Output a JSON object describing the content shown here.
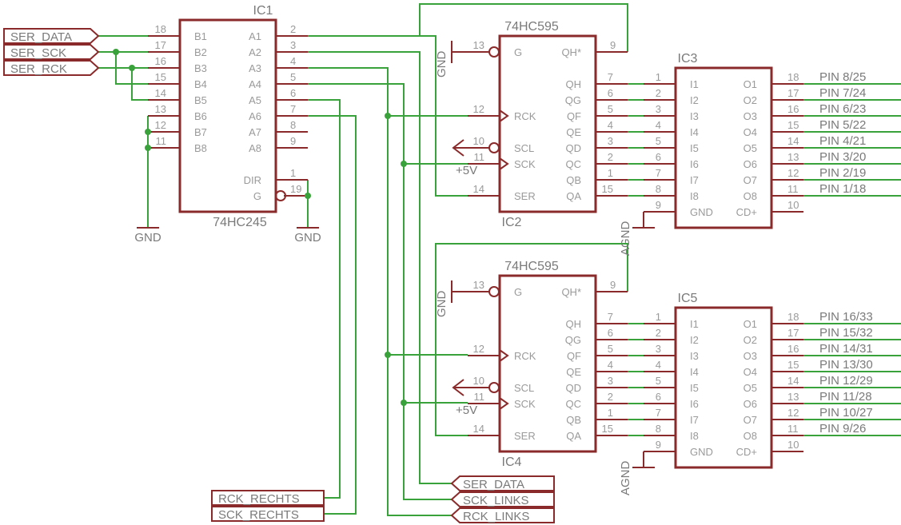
{
  "ic1": {
    "ref": "IC1",
    "value": "74HC245",
    "left_pins": [
      {
        "num": "18",
        "name": "B1"
      },
      {
        "num": "17",
        "name": "B2"
      },
      {
        "num": "16",
        "name": "B3"
      },
      {
        "num": "15",
        "name": "B4"
      },
      {
        "num": "14",
        "name": "B5"
      },
      {
        "num": "13",
        "name": "B6"
      },
      {
        "num": "12",
        "name": "B7"
      },
      {
        "num": "11",
        "name": "B8"
      }
    ],
    "right_pins": [
      {
        "num": "2",
        "name": "A1"
      },
      {
        "num": "3",
        "name": "A2"
      },
      {
        "num": "4",
        "name": "A3"
      },
      {
        "num": "5",
        "name": "A4"
      },
      {
        "num": "6",
        "name": "A5"
      },
      {
        "num": "7",
        "name": "A6"
      },
      {
        "num": "8",
        "name": "A7"
      },
      {
        "num": "9",
        "name": "A8"
      }
    ],
    "dir": {
      "num": "1",
      "name": "DIR"
    },
    "g": {
      "num": "19",
      "name": "G"
    }
  },
  "shift_top": {
    "ref": "IC2",
    "value": "74HC595",
    "g": {
      "num": "13",
      "name": "G"
    },
    "qhs": {
      "num": "9",
      "name": "QH*"
    },
    "rck": {
      "num": "12",
      "name": "RCK"
    },
    "scl": {
      "num": "10",
      "name": "SCL"
    },
    "sck": {
      "num": "11",
      "name": "SCK"
    },
    "ser": {
      "num": "14",
      "name": "SER"
    },
    "outputs": [
      {
        "num": "7",
        "name": "QH"
      },
      {
        "num": "6",
        "name": "QG"
      },
      {
        "num": "5",
        "name": "QF"
      },
      {
        "num": "4",
        "name": "QE"
      },
      {
        "num": "3",
        "name": "QD"
      },
      {
        "num": "2",
        "name": "QC"
      },
      {
        "num": "1",
        "name": "QB"
      },
      {
        "num": "15",
        "name": "QA"
      }
    ]
  },
  "shift_bottom": {
    "ref": "IC4",
    "value": "74HC595",
    "g": {
      "num": "13",
      "name": "G"
    },
    "qhs": {
      "num": "9",
      "name": "QH*"
    },
    "rck": {
      "num": "12",
      "name": "RCK"
    },
    "scl": {
      "num": "10",
      "name": "SCL"
    },
    "sck": {
      "num": "11",
      "name": "SCK"
    },
    "ser": {
      "num": "14",
      "name": "SER"
    },
    "outputs": [
      {
        "num": "7",
        "name": "QH"
      },
      {
        "num": "6",
        "name": "QG"
      },
      {
        "num": "5",
        "name": "QF"
      },
      {
        "num": "4",
        "name": "QE"
      },
      {
        "num": "3",
        "name": "QD"
      },
      {
        "num": "2",
        "name": "QC"
      },
      {
        "num": "1",
        "name": "QB"
      },
      {
        "num": "15",
        "name": "QA"
      }
    ]
  },
  "driver_top": {
    "ref": "IC3",
    "inputs": [
      {
        "num": "1",
        "name": "I1"
      },
      {
        "num": "2",
        "name": "I2"
      },
      {
        "num": "3",
        "name": "I3"
      },
      {
        "num": "4",
        "name": "I4"
      },
      {
        "num": "5",
        "name": "I5"
      },
      {
        "num": "6",
        "name": "I6"
      },
      {
        "num": "7",
        "name": "I7"
      },
      {
        "num": "8",
        "name": "I8"
      }
    ],
    "gnd": {
      "num": "9",
      "name": "GND"
    },
    "outputs": [
      {
        "num": "18",
        "name": "O1"
      },
      {
        "num": "17",
        "name": "O2"
      },
      {
        "num": "16",
        "name": "O3"
      },
      {
        "num": "15",
        "name": "O4"
      },
      {
        "num": "14",
        "name": "O5"
      },
      {
        "num": "13",
        "name": "O6"
      },
      {
        "num": "12",
        "name": "O7"
      },
      {
        "num": "11",
        "name": "O8"
      }
    ],
    "cd": {
      "num": "10",
      "name": "CD+"
    },
    "out_labels": [
      "PIN 8/25",
      "PIN 7/24",
      "PIN 6/23",
      "PIN 5/22",
      "PIN 4/21",
      "PIN 3/20",
      "PIN 2/19",
      "PIN 1/18"
    ]
  },
  "driver_bottom": {
    "ref": "IC5",
    "inputs": [
      {
        "num": "1",
        "name": "I1"
      },
      {
        "num": "2",
        "name": "I2"
      },
      {
        "num": "3",
        "name": "I3"
      },
      {
        "num": "4",
        "name": "I4"
      },
      {
        "num": "5",
        "name": "I5"
      },
      {
        "num": "6",
        "name": "I6"
      },
      {
        "num": "7",
        "name": "I7"
      },
      {
        "num": "8",
        "name": "I8"
      }
    ],
    "gnd": {
      "num": "9",
      "name": "GND"
    },
    "outputs": [
      {
        "num": "18",
        "name": "O1"
      },
      {
        "num": "17",
        "name": "O2"
      },
      {
        "num": "16",
        "name": "O3"
      },
      {
        "num": "15",
        "name": "O4"
      },
      {
        "num": "14",
        "name": "O5"
      },
      {
        "num": "13",
        "name": "O6"
      },
      {
        "num": "12",
        "name": "O7"
      },
      {
        "num": "11",
        "name": "O8"
      }
    ],
    "cd": {
      "num": "10",
      "name": "CD+"
    },
    "out_labels": [
      "PIN 16/33",
      "PIN 15/32",
      "PIN 14/31",
      "PIN 13/30",
      "PIN 12/29",
      "PIN 11/28",
      "PIN 10/27",
      "PIN 9/26"
    ]
  },
  "labels": {
    "ser_data": "SER_DATA",
    "ser_sck": "SER_SCK",
    "ser_rck": "SER_RCK",
    "rck_rechts": "RCK_RECHTS",
    "sck_rechts": "SCK_RECHTS",
    "ser_data_out": "SER_DATA",
    "sck_links": "SCK_LINKS",
    "rck_links": "RCK_LINKS",
    "gnd": "GND",
    "agnd": "AGND",
    "vcc": "+5V"
  }
}
